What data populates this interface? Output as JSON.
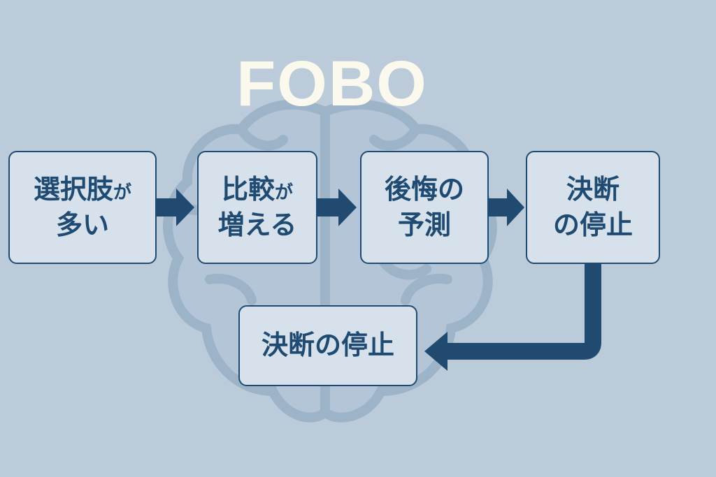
{
  "title": "FOBO",
  "colors": {
    "background": "#bccbd9",
    "box": "#d7e1eb",
    "accent": "#1f4a72",
    "title": "#fbf8ee",
    "brain": "#9db3c8"
  },
  "steps": [
    {
      "line1_main": "選択肢",
      "line1_small": "が",
      "line2": "多い"
    },
    {
      "line1_main": "比較",
      "line1_small": "が",
      "line2": "増える"
    },
    {
      "line1": "後悔の",
      "line2": "予測"
    },
    {
      "line1": "決断",
      "line2": "の停止"
    }
  ],
  "result": "決断の停止",
  "background_icon": "brain-icon"
}
